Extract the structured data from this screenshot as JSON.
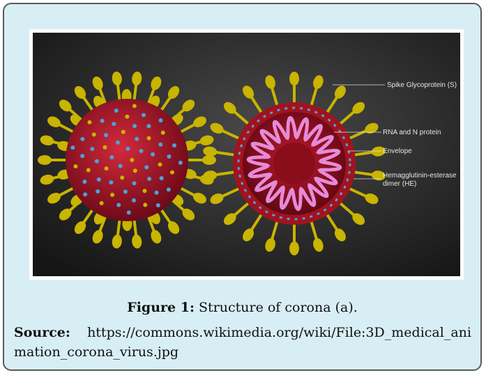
{
  "diagram": {
    "labels": {
      "spike": "Spike Glycoprotein (S)",
      "rna": "RNA and N protein",
      "envelope": "Envelope",
      "he_line1": "Hemagglutinin-esterase",
      "he_line2": "dimer (HE)"
    }
  },
  "caption": {
    "label": "Figure 1:",
    "text": " Structure of corona (a)."
  },
  "source": {
    "label": "Source:",
    "url": "https://commons.wikimedia.org/wiki/File:3D_medical_animation_corona_virus.jpg"
  },
  "colors": {
    "panel_bg": "#d8eef5",
    "spike": "#c9b400",
    "virus_body": "#b0162a",
    "rna_coil": "#e58ad6",
    "membrane_protein": "#4aa3d8"
  }
}
